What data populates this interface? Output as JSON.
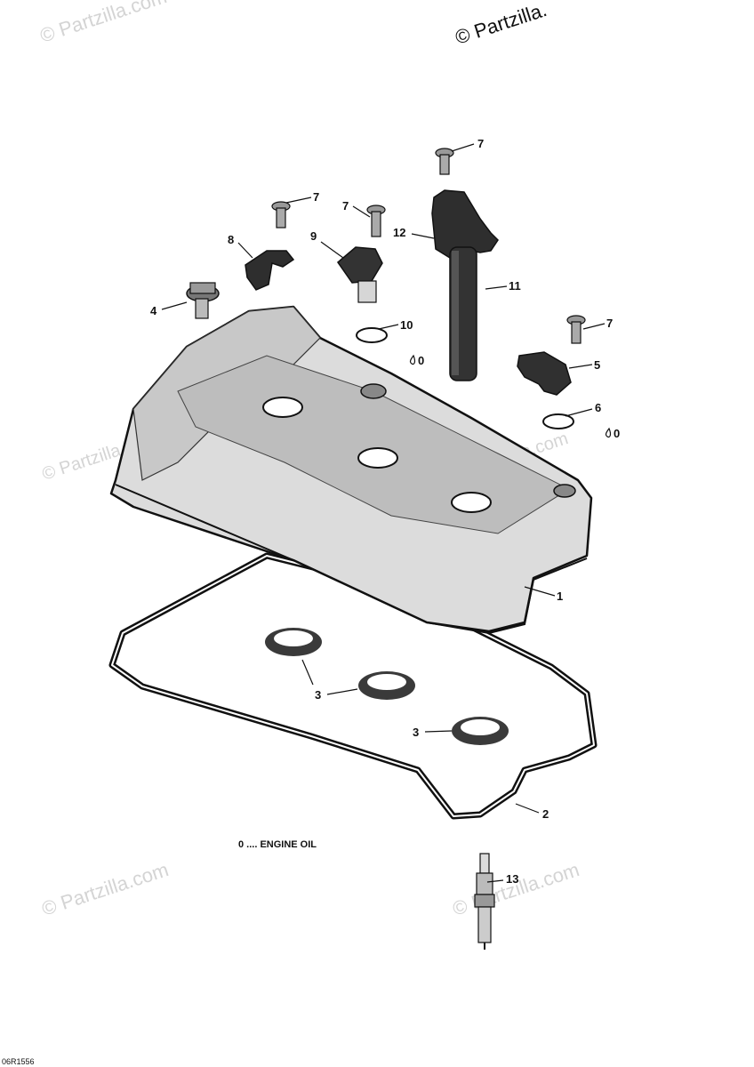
{
  "watermarks": {
    "top_left": "© Partzilla.com",
    "top_right": "© Partzilla.",
    "mid_left": "© Partzilla.com",
    "mid_right": "© Partzilla.com",
    "bottom_left": "© Partzilla.com",
    "bottom_right": "© Partzilla.com"
  },
  "callouts": {
    "c1": "1",
    "c2": "2",
    "c3a": "3",
    "c3b": "3",
    "c4": "4",
    "c5": "5",
    "c6": "6",
    "c7a": "7",
    "c7b": "7",
    "c7c": "7",
    "c7d": "7",
    "c8": "8",
    "c9": "9",
    "c10": "10",
    "c11": "11",
    "c12": "12",
    "c13": "13",
    "oil_a": "0",
    "oil_b": "0"
  },
  "legend": "0 .... ENGINE OIL",
  "diagram_code": "06R1556",
  "colors": {
    "ink": "#111111",
    "part_fill": "#d9d9d9",
    "part_dark": "#3a3a3a",
    "watermark": "#d4d4d4"
  }
}
